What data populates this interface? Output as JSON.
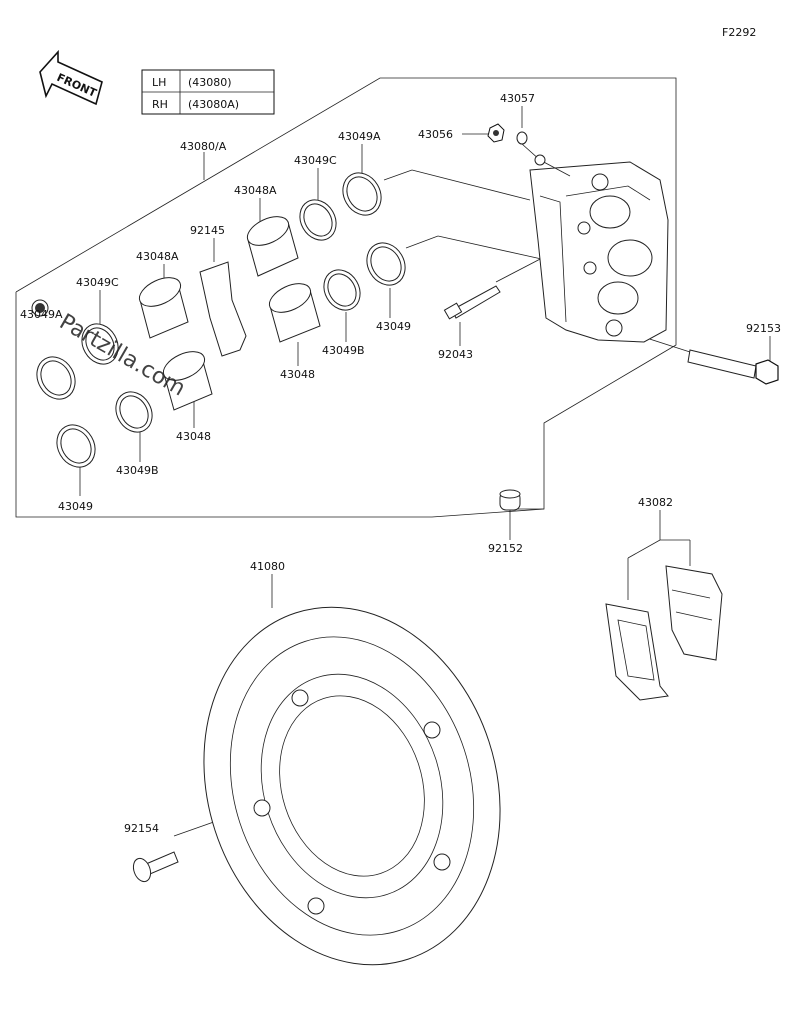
{
  "figure_id": "F2292",
  "front_label": "FRONT",
  "variant_table": {
    "rows": [
      {
        "side": "LH",
        "part": "(43080)"
      },
      {
        "side": "RH",
        "part": "(43080A)"
      }
    ]
  },
  "watermark": "Partzilla.com",
  "labels": {
    "caliper_assy": "43080/A",
    "seal_a_top": "43049A",
    "seal_c_top": "43049C",
    "piston_a_top": "43048A",
    "pad_spring": "92145",
    "piston_a_left": "43048A",
    "seal_c_left": "43049C",
    "seal_a_left": "43049A",
    "seal_b_mid": "43049B",
    "seal_mid": "43049",
    "piston_mid": "43048",
    "piston_left": "43048",
    "seal_b_left": "43049B",
    "seal_left": "43049",
    "nut": "43056",
    "bleed_cap": "43057",
    "pin": "92043",
    "bolt_caliper": "92153",
    "sleeve": "92152",
    "pads": "43082",
    "disc": "41080",
    "bolt_disc": "92154"
  }
}
